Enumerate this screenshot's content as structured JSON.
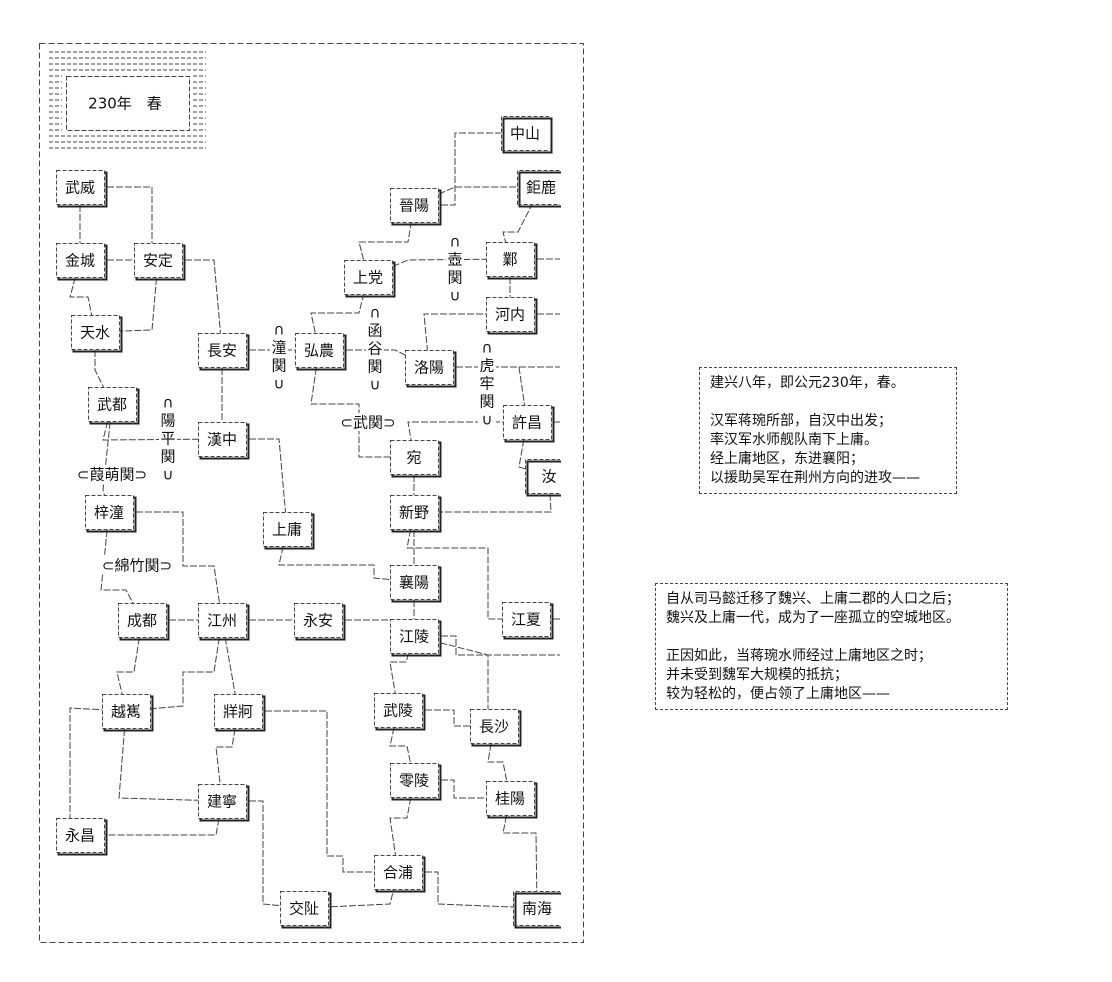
{
  "year_box": {
    "label": "230年　春"
  },
  "cities": {
    "wuwei": "武威",
    "jincheng": "金城",
    "anding": "安定",
    "tianshui": "天水",
    "wudu": "武都",
    "changan": "長安",
    "hanzhong": "漢中",
    "zitong": "梓潼",
    "shangyong": "上庸",
    "chengdu": "成都",
    "jiangzhou": "江州",
    "yongan": "永安",
    "yuexi": "越嶲",
    "zangke": "牂牁",
    "jianning": "建寧",
    "yongchang": "永昌",
    "jiaozhi": "交阯",
    "jinyang": "晉陽",
    "zhongshan": "中山",
    "julu": "鉅鹿",
    "shangdang": "上党",
    "ye": "鄴",
    "henei": "河内",
    "hongnong": "弘農",
    "luoyang": "洛陽",
    "xuchang": "許昌",
    "ru": "汝",
    "wan": "宛",
    "xinye": "新野",
    "xiangyang": "襄陽",
    "jiangxia": "江夏",
    "jiangling": "江陵",
    "wuling": "武陵",
    "changsha": "長沙",
    "lingling": "零陵",
    "guiyang": "桂陽",
    "hepu": "合浦",
    "nanhai": "南海"
  },
  "passes": {
    "tongguan": "潼関",
    "hanguguan": "函谷関",
    "huzhenguan": "壺関",
    "hulaoguan": "虎牢関",
    "yangpingguan": "陽平関",
    "jiamengguan": "葭萌関",
    "wuguan": "武関",
    "mianzhuguan": "綿竹関"
  },
  "note_1": {
    "lines": [
      "建兴八年，即公元230年，春。",
      "",
      "汉军蒋琬所部，自汉中出发；",
      "率汉军水师舰队南下上庸。",
      "经上庸地区，东进襄阳；",
      "以援助吴军在荆州方向的进攻——"
    ]
  },
  "note_2": {
    "lines": [
      "自从司马懿迁移了魏兴、上庸二郡的人口之后；",
      "魏兴及上庸一代，成为了一座孤立的空城地区。",
      "",
      "正因如此，当蒋琬水师经过上庸地区之时；",
      "并未受到魏军大规模的抵抗；",
      "较为轻松的，便占领了上庸地区——"
    ]
  }
}
